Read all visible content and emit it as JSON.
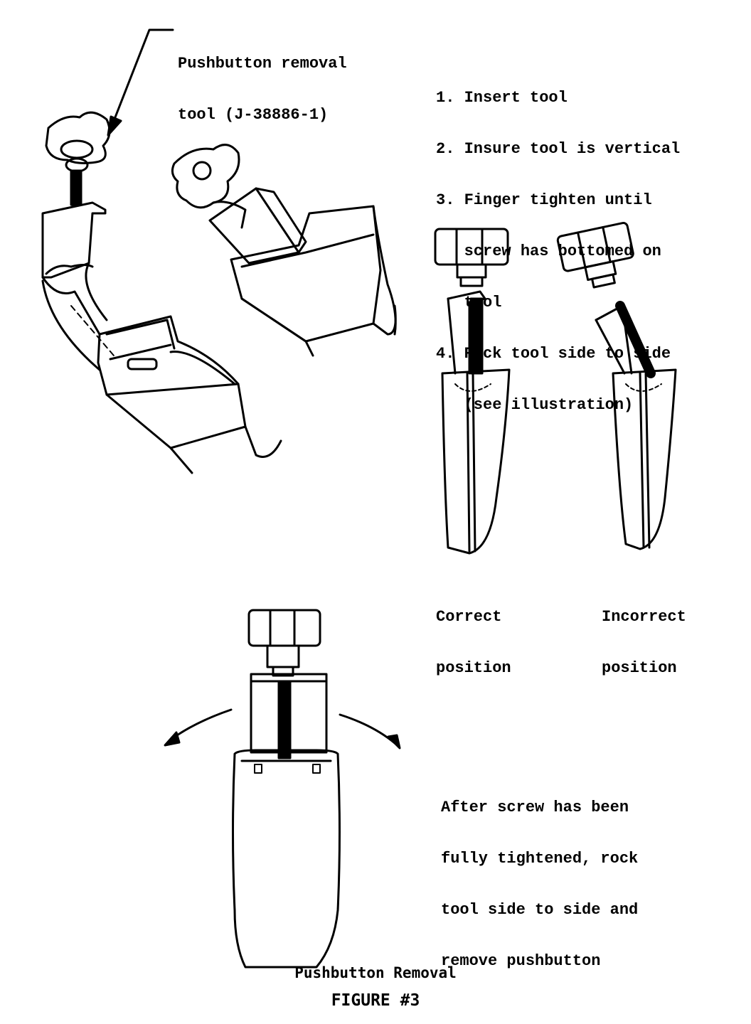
{
  "callout": {
    "line1": "Pushbutton removal",
    "line2": "tool (J-38886-1)"
  },
  "steps": [
    "1. Insert tool",
    "2. Insure tool is vertical",
    "3. Finger tighten until",
    "   screw has bottomed on",
    "   tool",
    "4. Rock tool side to side",
    "   (see illustration)"
  ],
  "labels": {
    "correct": [
      "Correct",
      "position"
    ],
    "incorrect": [
      "Incorrect",
      "position"
    ]
  },
  "note": [
    "After screw has been",
    "fully tightened, rock",
    "tool side to side and",
    "remove pushbutton"
  ],
  "caption": {
    "title": "Pushbutton Removal",
    "figure": "FIGURE #3"
  }
}
